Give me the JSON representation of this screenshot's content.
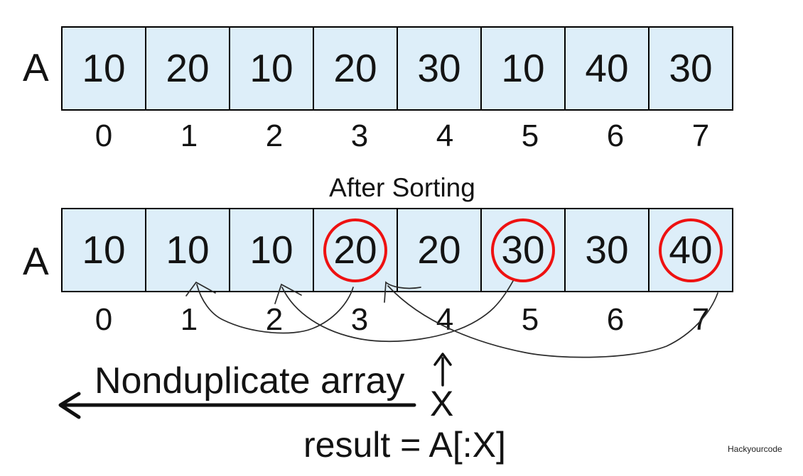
{
  "colors": {
    "background": "#ffffff",
    "cell_fill": "#ddeef9",
    "cell_border": "#000000",
    "highlight_circle": "#ee1111",
    "arrow_ink": "#2b2b2b"
  },
  "array_before": {
    "label": "A",
    "values": [
      "10",
      "20",
      "10",
      "20",
      "30",
      "10",
      "40",
      "30"
    ],
    "indices": [
      "0",
      "1",
      "2",
      "3",
      "4",
      "5",
      "6",
      "7"
    ]
  },
  "section_label": "After Sorting",
  "array_after": {
    "label": "A",
    "values": [
      "10",
      "10",
      "10",
      "20",
      "20",
      "30",
      "30",
      "40"
    ],
    "indices": [
      "0",
      "1",
      "2",
      "3",
      "4",
      "5",
      "6",
      "7"
    ],
    "circled_positions": [
      3,
      5,
      7
    ]
  },
  "annotations": {
    "nonduplicate": "Nonduplicate array",
    "pointer": "X",
    "result": "result = A[:X]",
    "watermark": "Hackyourcode"
  }
}
